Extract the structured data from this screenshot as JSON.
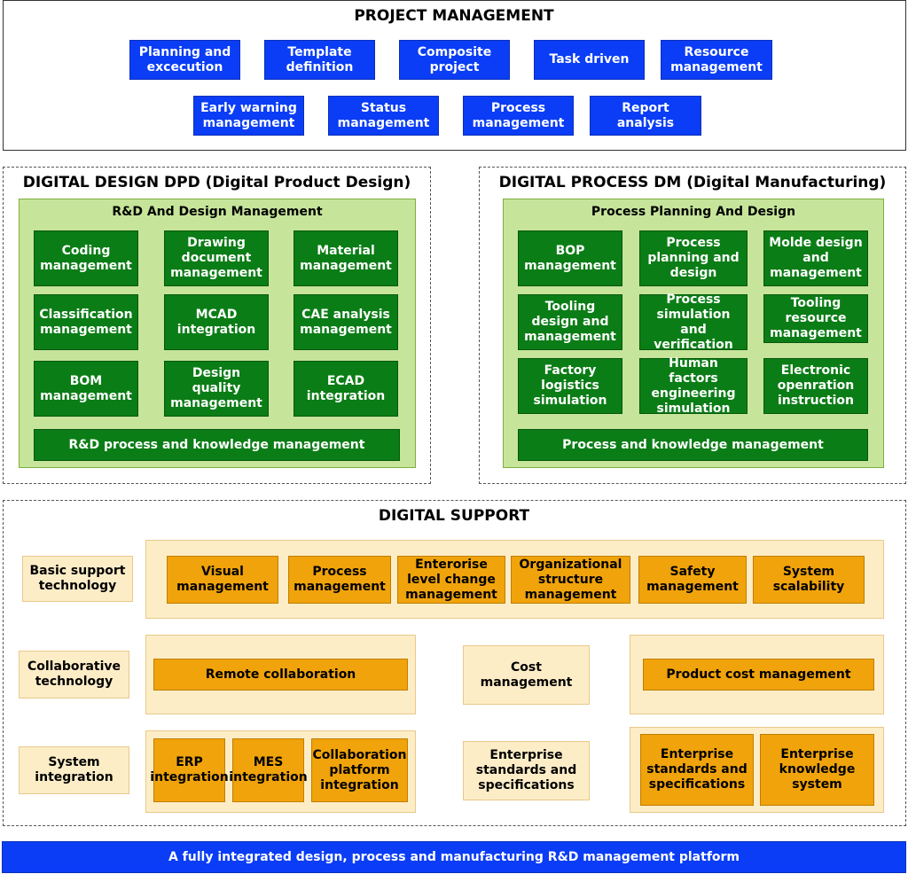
{
  "project_management": {
    "title": "PROJECT MANAGEMENT",
    "items": [
      "Planning and excecution",
      "Template definition",
      "Composite project",
      "Task driven",
      "Resource management",
      "Early warning management",
      "Status management",
      "Process management",
      "Report analysis"
    ]
  },
  "digital_design": {
    "title": "DIGITAL DESIGN DPD (Digital Product Design)",
    "panel_title": "R&D And Design Management",
    "items": [
      "Coding management",
      "Drawing document management",
      "Material management",
      "Classification management",
      "MCAD integration",
      "CAE analysis management",
      "BOM management",
      "Design quality management",
      "ECAD integration"
    ],
    "footer": "R&D process and knowledge management"
  },
  "digital_process": {
    "title": "DIGITAL PROCESS DM (Digital Manufacturing)",
    "panel_title": "Process Planning And Design",
    "items": [
      "BOP management",
      "Process planning and design",
      "Molde design and management",
      "Tooling design and management",
      "Process simulation and verification",
      "Tooling resource management",
      "Factory logistics simulation",
      "Human factors engineering simulation",
      "Electronic openration instruction"
    ],
    "footer": "Process and knowledge management"
  },
  "digital_support": {
    "title": "DIGITAL SUPPORT",
    "basic_label": "Basic support technology",
    "basic_items": [
      "Visual management",
      "Process management",
      "Enterorise level change management",
      "Organizational structure management",
      "Safety management",
      "System scalability"
    ],
    "collab_label": "Collaborative technology",
    "remote_collab": "Remote collaboration",
    "cost_label": "Cost management",
    "product_cost": "Product cost management",
    "system_label": "System integration",
    "system_items": [
      "ERP integration",
      "MES integration",
      "Collaboration platform integration"
    ],
    "standards_label": "Enterprise standards and specifications",
    "standards_items": [
      "Enterprise standards and specifications",
      "Enterprise knowledge system"
    ]
  },
  "footer_banner": "A fully integrated design, process and manufacturing R&D management platform",
  "colors": {
    "blue": "#0a3df5",
    "green_dark": "#0b7d16",
    "green_light": "#c6e59a",
    "orange": "#f0a30a",
    "cream": "#fdedc7"
  }
}
